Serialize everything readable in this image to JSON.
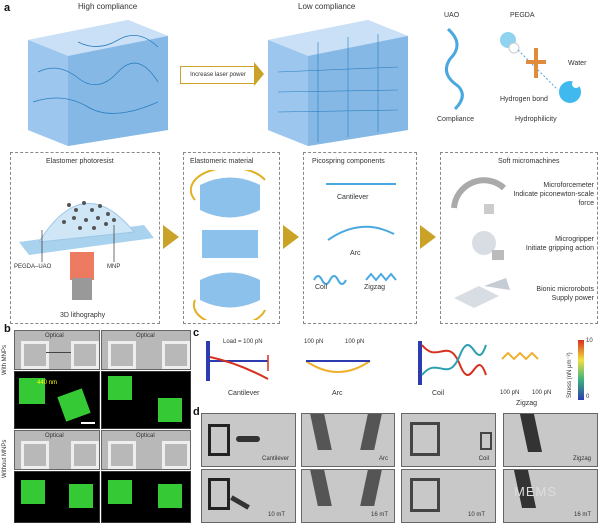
{
  "panel_a": {
    "label": "a",
    "high_compliance": "High compliance",
    "low_compliance": "Low compliance",
    "increase_laser": "Increase laser power",
    "uao": "UAO",
    "compliance": "Compliance",
    "pegda": "PEGDA",
    "water": "Water",
    "hbond": "Hydrogen bond",
    "hydrophilicity": "Hydrophilicity",
    "photoresist": "Elastomer photoresist",
    "pegda_uao": "PEGDA–UAO",
    "mnp": "MNP",
    "lithography": "3D lithography",
    "elastomeric": "Elastomeric material",
    "picospring": "Picospring components",
    "cantilever": "Cantilever",
    "arc": "Arc",
    "coil": "Coil",
    "zigzag": "Zigzag",
    "soft": "Soft micromachines",
    "microforce_1": "Microforcemeter",
    "microforce_2": "Indicate piconewton-scale",
    "microforce_3": "force",
    "gripper_1": "Microgripper",
    "gripper_2": "Initiate gripping action",
    "robot_1": "Bionic microrobots",
    "robot_2": "Supply power"
  },
  "panel_b": {
    "label": "b",
    "optical": "Optical",
    "with_mnps": "With MNPs",
    "without_mnps": "Without MNPs",
    "wavelength": "440 nm"
  },
  "panel_c": {
    "label": "c",
    "load": "Load = 100 pN",
    "force": "100 pN",
    "cantilever": "Cantilever",
    "arc": "Arc",
    "coil": "Coil",
    "zigzag": "Zigzag",
    "stress_label": "Stress (nN μm⁻²)",
    "stress_max": "10",
    "stress_min": "0"
  },
  "panel_d": {
    "label": "d",
    "cantilever": "Cantilever",
    "arc": "Arc",
    "coil": "Coil",
    "zigzag": "Zigzag",
    "field_10": "10 mT",
    "field_16": "16 mT"
  },
  "watermark": "MEMS",
  "colors": {
    "cube": "#7fb6e8",
    "gold": "#c9a227",
    "green": "#35c935",
    "stress_high": "#d7301f",
    "stress_low": "#2c3cb0"
  }
}
